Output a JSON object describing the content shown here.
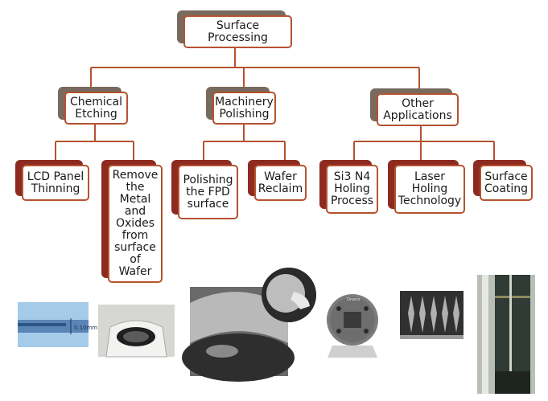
{
  "diagram": {
    "root": {
      "label": "Surface Processing"
    },
    "categories": [
      {
        "label": "Chemical Etching"
      },
      {
        "label": "Machinery Polishing"
      },
      {
        "label": "Other Applications"
      }
    ],
    "processes": [
      {
        "label": "LCD Panel Thinning"
      },
      {
        "label": "Remove the Metal and Oxides from surface of Wafer"
      },
      {
        "label": "Polishing the FPD surface"
      },
      {
        "label": "Wafer Reclaim"
      },
      {
        "label": "Si3 N4 Holing Process"
      },
      {
        "label": "Laser Holing Technology"
      },
      {
        "label": "Surface Coating"
      }
    ]
  },
  "photos": {
    "thinning_photo": {
      "measure_text": "0.10mm"
    },
    "holing_device_photo": {
      "brand_text": "Onano"
    }
  },
  "colors": {
    "box_border": "#b5532f",
    "connector": "#b5532f",
    "shadow_gray": "#786a5e",
    "shadow_red": "#8e2b20"
  }
}
